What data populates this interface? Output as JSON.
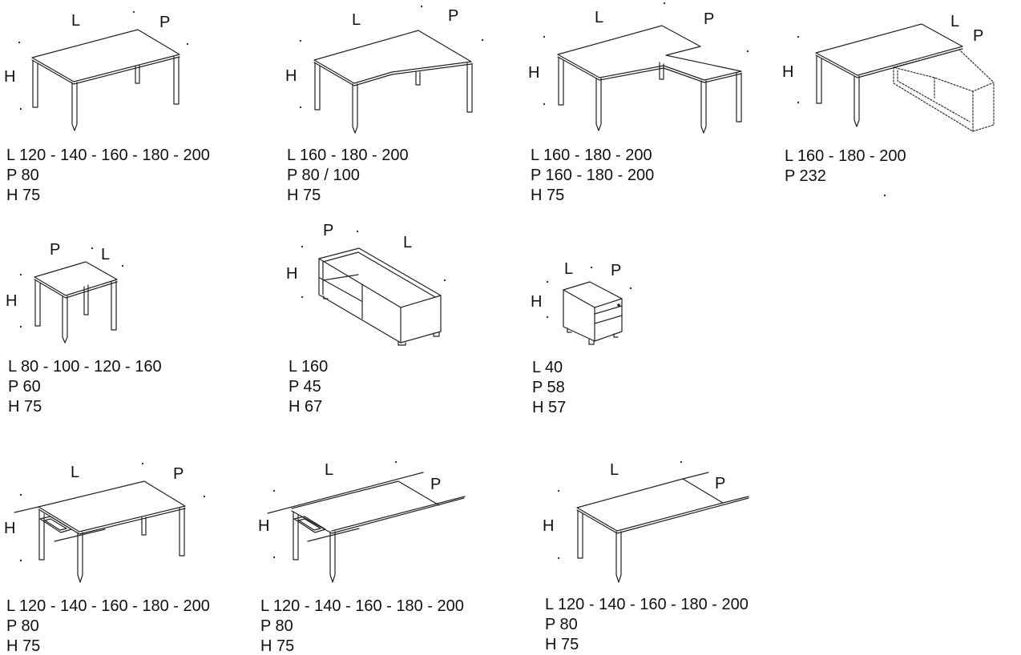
{
  "products": [
    {
      "id": "desk-rect",
      "labels": [
        "L",
        "P",
        "H"
      ],
      "specs": [
        "L 120 - 140 - 160 - 180 - 200",
        "P 80",
        "H 75"
      ]
    },
    {
      "id": "desk-curved",
      "labels": [
        "L",
        "P",
        "H"
      ],
      "specs": [
        "L 160 - 180 - 200",
        "P 80 / 100",
        "H 75"
      ]
    },
    {
      "id": "desk-corner",
      "labels": [
        "L",
        "P",
        "H"
      ],
      "specs": [
        "L 160 - 180 - 200",
        "P 160 - 180 - 200",
        "H 75"
      ]
    },
    {
      "id": "desk-cabinet",
      "labels": [
        "L",
        "P",
        "H"
      ],
      "specs": [
        "L 160 - 180 - 200",
        "P 232"
      ]
    },
    {
      "id": "desk-small",
      "labels": [
        "P",
        "L",
        "H"
      ],
      "specs": [
        "L 80 - 100 - 120 - 160",
        "P 60",
        "H 75"
      ]
    },
    {
      "id": "sideboard",
      "labels": [
        "P",
        "L",
        "H"
      ],
      "specs": [
        "L 160",
        "P 45",
        "H 67"
      ]
    },
    {
      "id": "pedestal",
      "labels": [
        "L",
        "P",
        "H"
      ],
      "specs": [
        "L 40",
        "P 58",
        "H 57"
      ]
    },
    {
      "id": "bench-a",
      "labels": [
        "L",
        "P",
        "H"
      ],
      "specs": [
        "L 120 - 140 - 160 - 180 - 200",
        "P 80",
        "H 75"
      ]
    },
    {
      "id": "bench-b",
      "labels": [
        "L",
        "P",
        "H"
      ],
      "specs": [
        "L 120 - 140 - 160 - 180 - 200",
        "P 80",
        "H 75"
      ]
    },
    {
      "id": "bench-c",
      "labels": [
        "L",
        "P",
        "H"
      ],
      "specs": [
        "L 120 - 140 - 160 - 180 - 200",
        "P 80",
        "H 75"
      ]
    }
  ]
}
